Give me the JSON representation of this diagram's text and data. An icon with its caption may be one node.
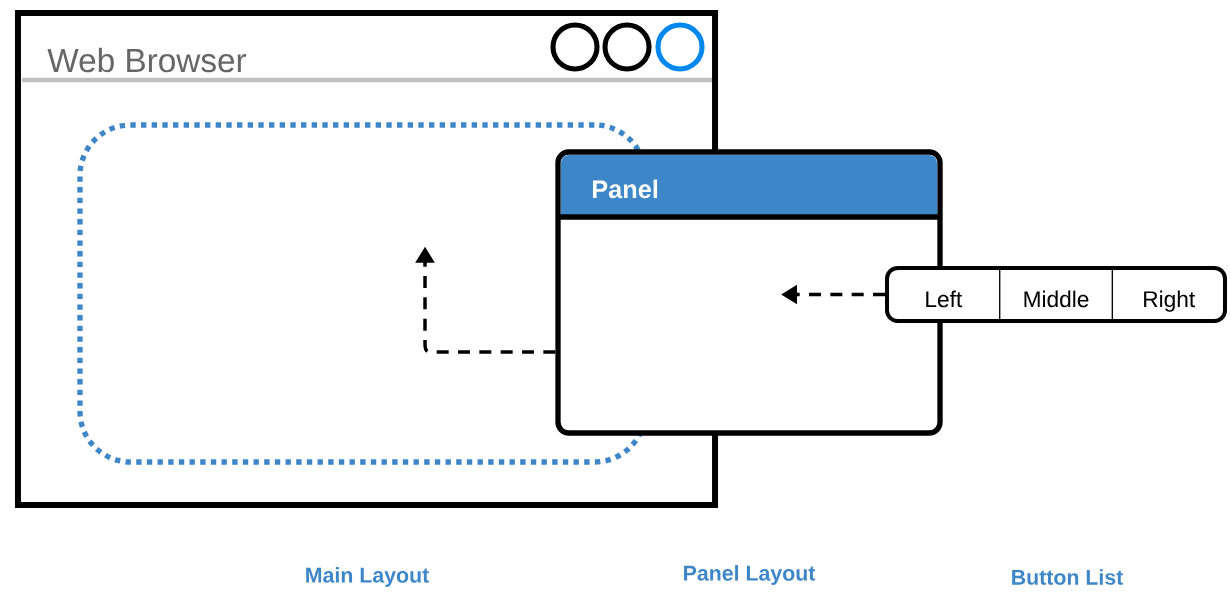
{
  "diagram": {
    "nodes": [
      {
        "text": [
          "Web Browser"
        ]
      },
      {
        "text": [],
        "shape": "box",
        "in": 0
      },
      {
        "text": [
          "Panel"
        ]
      },
      {
        "text": [
          "Left",
          "Middle",
          "Right"
        ]
      }
    ],
    "edges": [
      {
        "from": 3,
        "to": 2,
        "arrow": "to",
        "style": "dashed"
      },
      {
        "from": 2,
        "to": 1,
        "arrow": "to",
        "style": "dashed"
      }
    ],
    "labels": [
      "Main Layout",
      "Panel Layout",
      "Button List"
    ]
  }
}
